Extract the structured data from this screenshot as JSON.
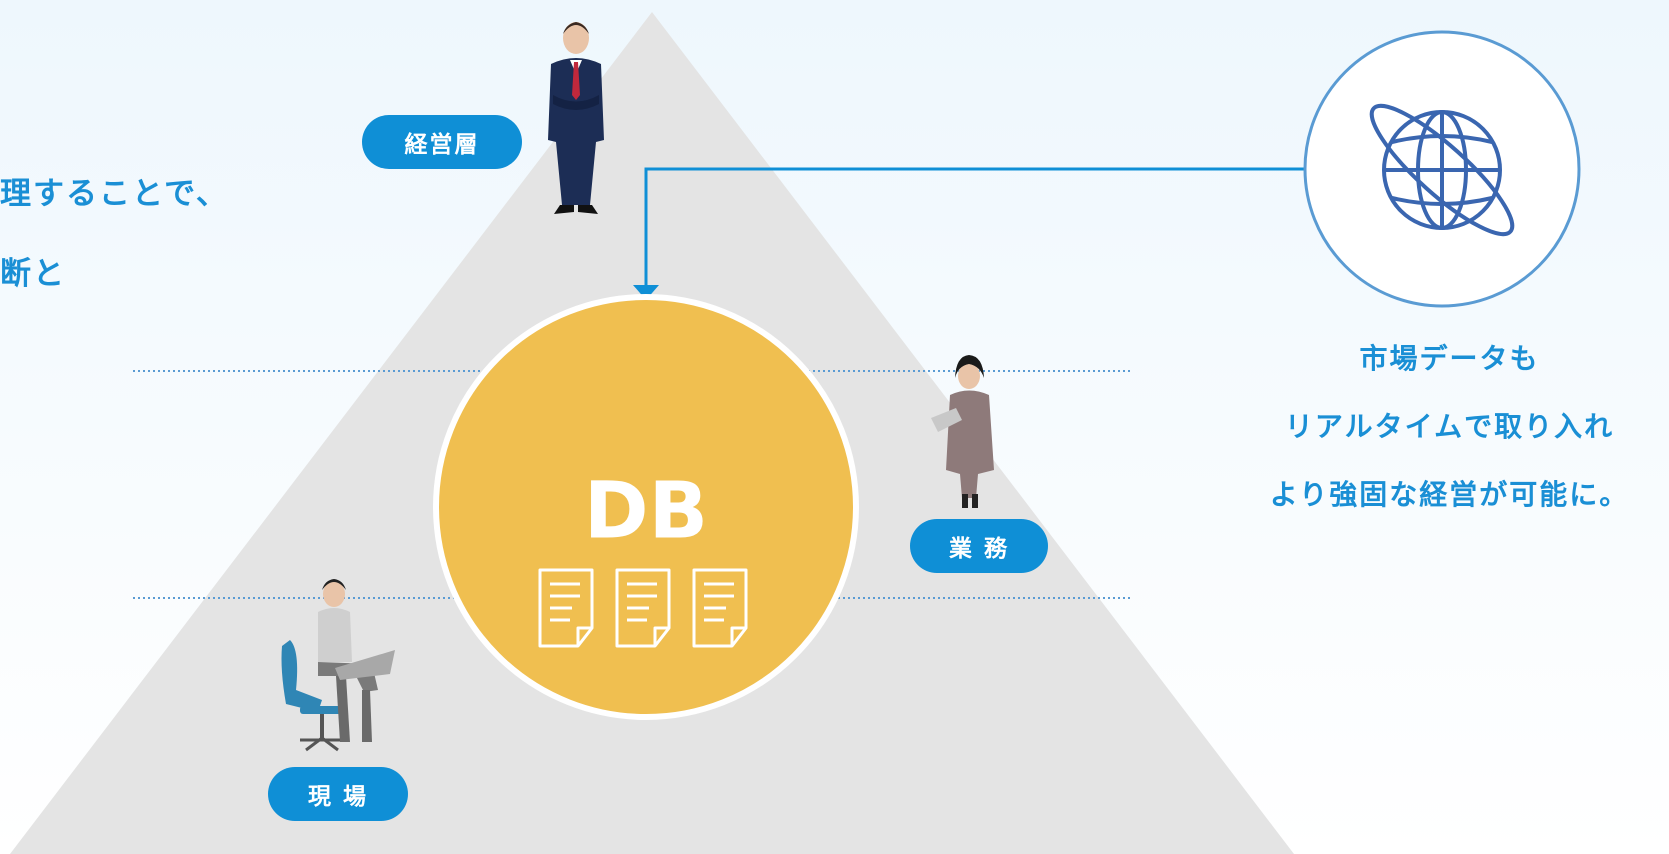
{
  "left_text": {
    "line1": "理することで、",
    "line2": "断と"
  },
  "labels": {
    "executive": "経営層",
    "operations": "業 務",
    "field": "現 場"
  },
  "db": {
    "label": "DB"
  },
  "market_text": {
    "line1": "市場データも",
    "line2": "リアルタイムで取り入れ",
    "line3": "より強固な経営が可能に。"
  },
  "colors": {
    "accent": "#0f8fd6",
    "text_blue": "#1a8fd5",
    "db_fill": "#f0bf50",
    "pyramid": "#e4e4e4",
    "globe_stroke": "#5a9bd3",
    "globe_icon": "#3a66b0",
    "dotted": "#5a9bd3"
  },
  "icons": {
    "globe": "globe-icon",
    "documents": "document-icon",
    "executive": "businessman-figure",
    "operations": "businesswoman-tablet-figure",
    "field": "worker-laptop-chair-figure"
  }
}
